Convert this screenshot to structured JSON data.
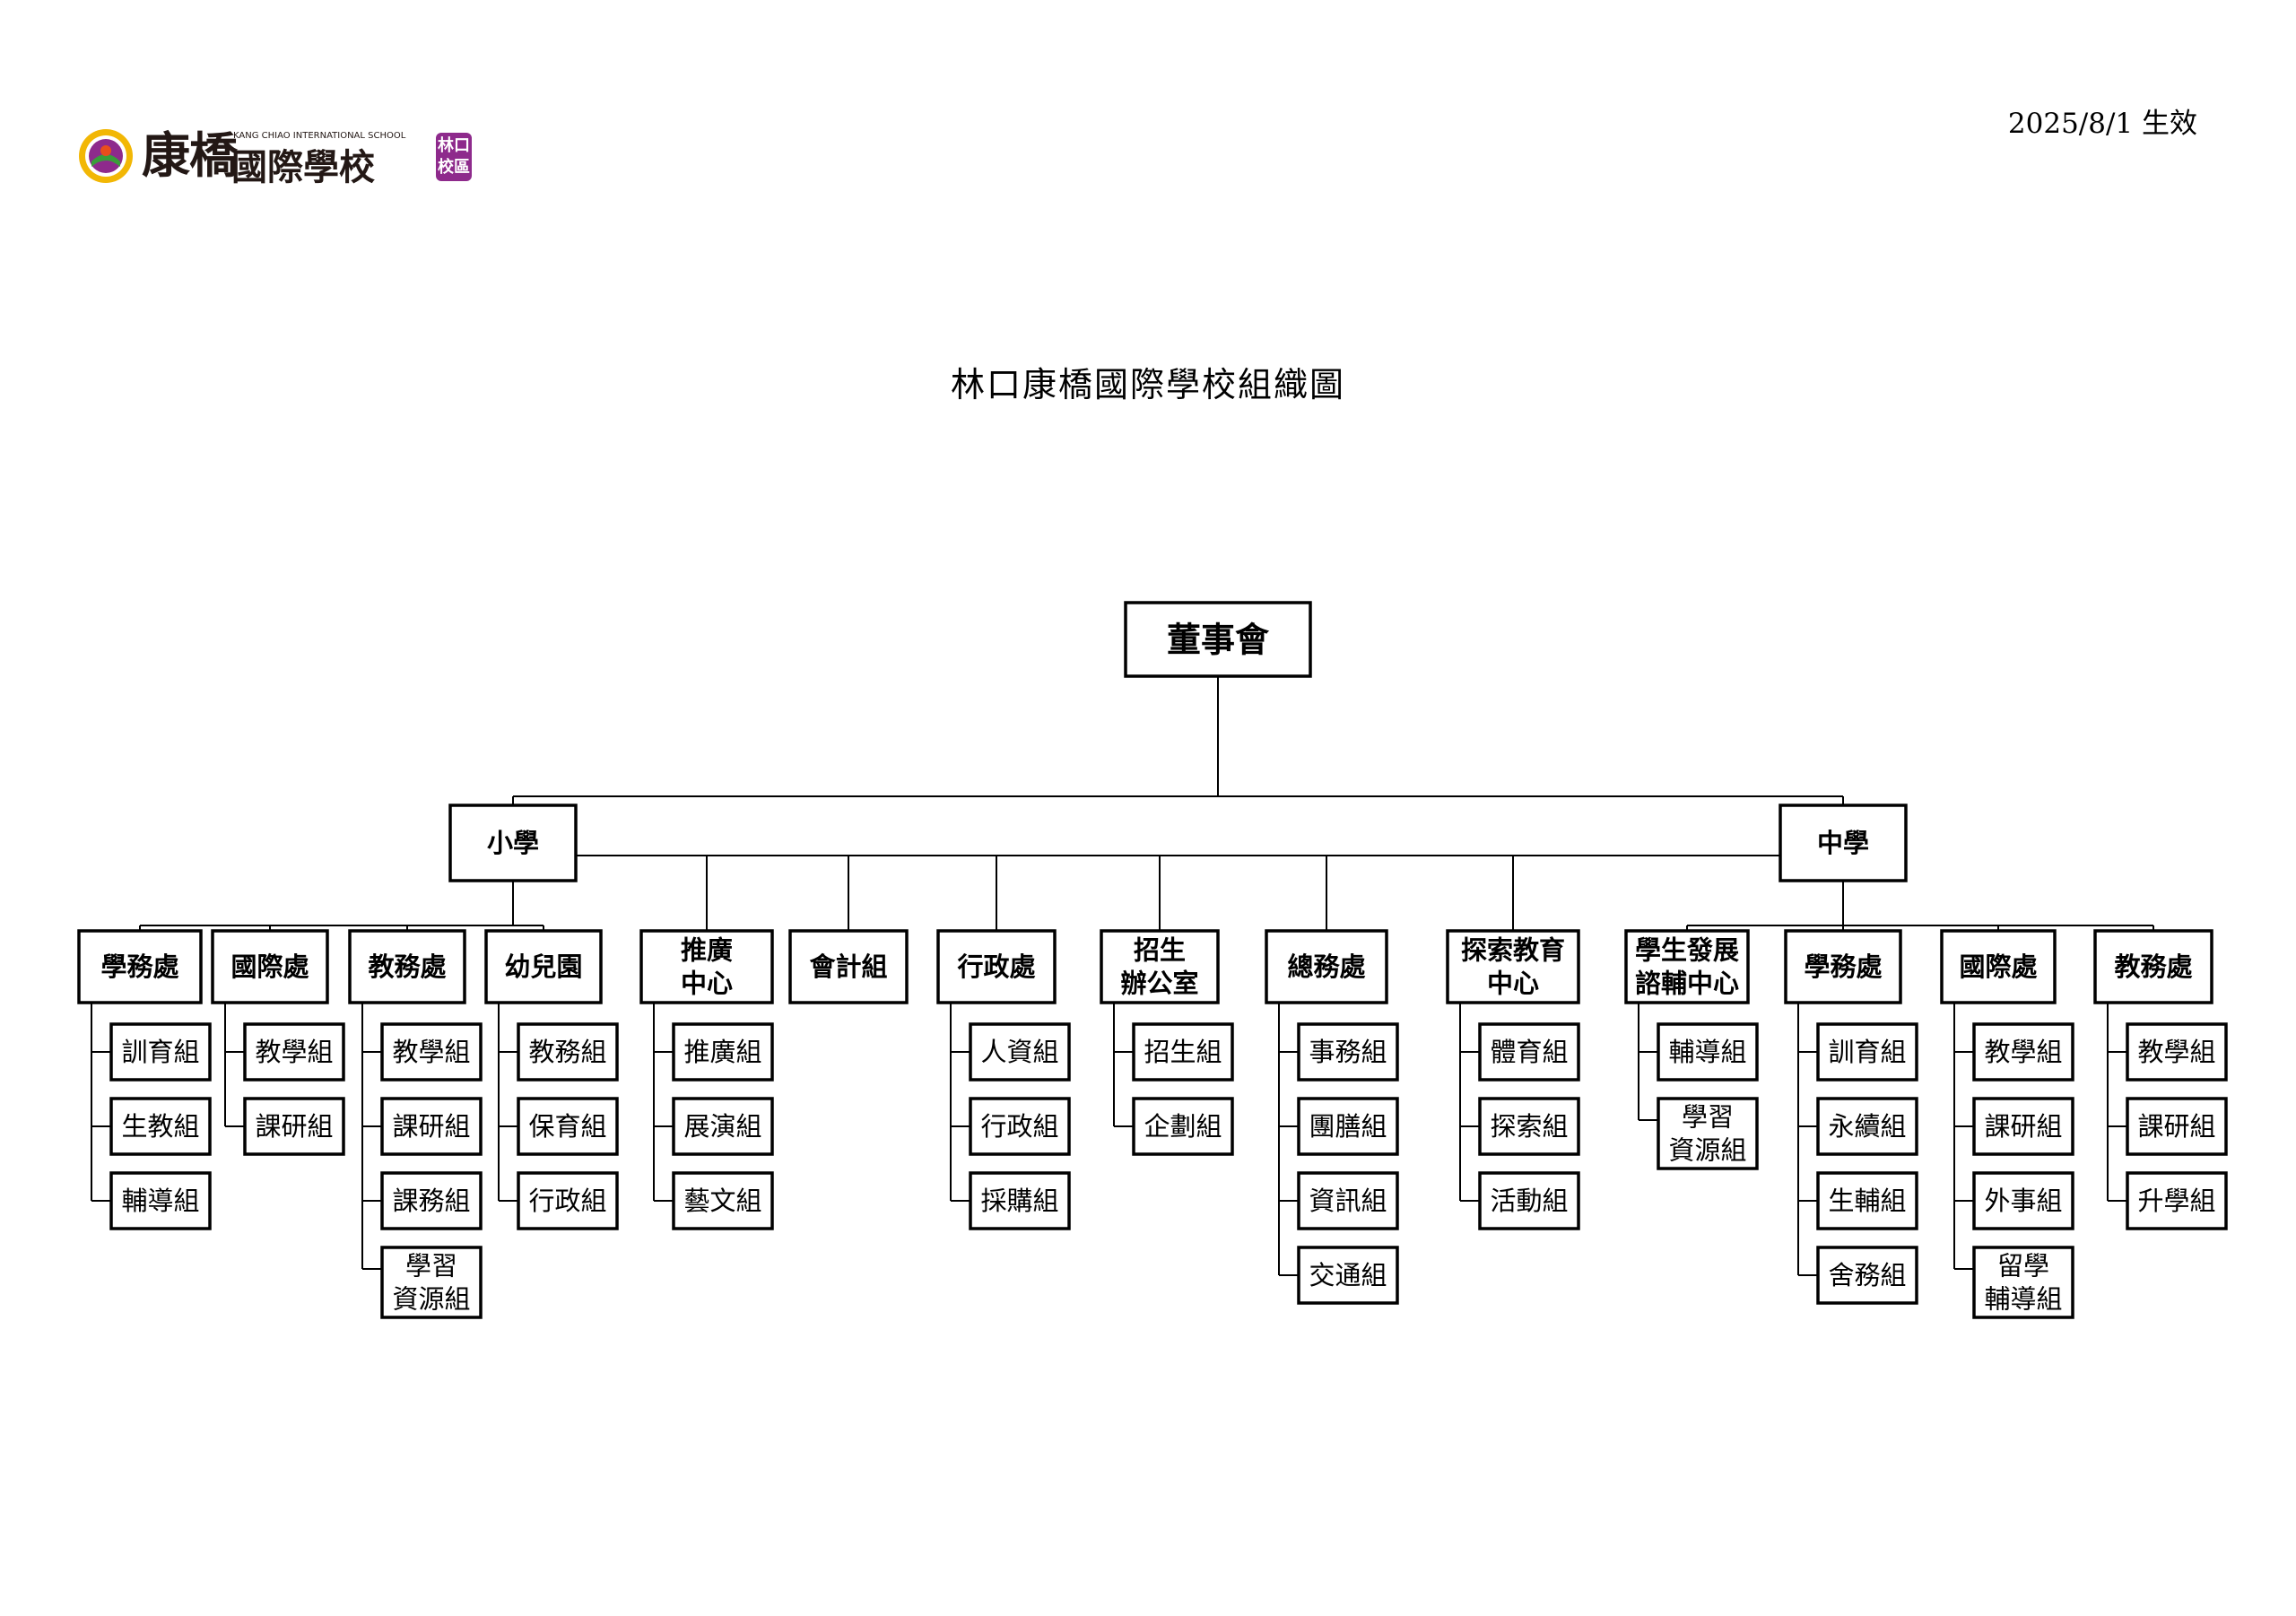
{
  "header": {
    "logo": {
      "name": "康橋",
      "name2": "國際學校",
      "english": "KANG CHIAO INTERNATIONAL SCHOOL",
      "badge_line1": "林口",
      "badge_line2": "校區"
    },
    "effective_date": "2025/8/1 生效"
  },
  "title": "林口康橋國際學校組織圖",
  "org": {
    "root": "董事會",
    "divisions": [
      "小學",
      "中學"
    ],
    "elementary": [
      {
        "name": [
          "學務處"
        ],
        "children": [
          [
            "訓育組"
          ],
          [
            "生教組"
          ],
          [
            "輔導組"
          ]
        ]
      },
      {
        "name": [
          "國際處"
        ],
        "children": [
          [
            "教學組"
          ],
          [
            "課研組"
          ]
        ]
      },
      {
        "name": [
          "教務處"
        ],
        "children": [
          [
            "教學組"
          ],
          [
            "課研組"
          ],
          [
            "課務組"
          ],
          [
            "學習",
            "資源組"
          ]
        ]
      },
      {
        "name": [
          "幼兒園"
        ],
        "children": [
          [
            "教務組"
          ],
          [
            "保育組"
          ],
          [
            "行政組"
          ]
        ]
      }
    ],
    "shared": [
      {
        "name": [
          "推廣",
          "中心"
        ],
        "children": [
          [
            "推廣組"
          ],
          [
            "展演組"
          ],
          [
            "藝文組"
          ]
        ]
      },
      {
        "name": [
          "會計組"
        ],
        "children": []
      },
      {
        "name": [
          "行政處"
        ],
        "children": [
          [
            "人資組"
          ],
          [
            "行政組"
          ],
          [
            "採購組"
          ]
        ]
      },
      {
        "name": [
          "招生",
          "辦公室"
        ],
        "children": [
          [
            "招生組"
          ],
          [
            "企劃組"
          ]
        ]
      },
      {
        "name": [
          "總務處"
        ],
        "children": [
          [
            "事務組"
          ],
          [
            "團膳組"
          ],
          [
            "資訊組"
          ],
          [
            "交通組"
          ]
        ]
      },
      {
        "name": [
          "探索教育",
          "中心"
        ],
        "children": [
          [
            "體育組"
          ],
          [
            "探索組"
          ],
          [
            "活動組"
          ]
        ]
      }
    ],
    "secondary": [
      {
        "name": [
          "學生發展",
          "諮輔中心"
        ],
        "children": [
          [
            "輔導組"
          ],
          [
            "學習",
            "資源組"
          ]
        ]
      },
      {
        "name": [
          "學務處"
        ],
        "children": [
          [
            "訓育組"
          ],
          [
            "永續組"
          ],
          [
            "生輔組"
          ],
          [
            "舍務組"
          ]
        ]
      },
      {
        "name": [
          "國際處"
        ],
        "children": [
          [
            "教學組"
          ],
          [
            "課研組"
          ],
          [
            "外事組"
          ],
          [
            "留學",
            "輔導組"
          ]
        ]
      },
      {
        "name": [
          "教務處"
        ],
        "children": [
          [
            "教學組"
          ],
          [
            "課研組"
          ],
          [
            "升學組"
          ]
        ]
      }
    ]
  }
}
